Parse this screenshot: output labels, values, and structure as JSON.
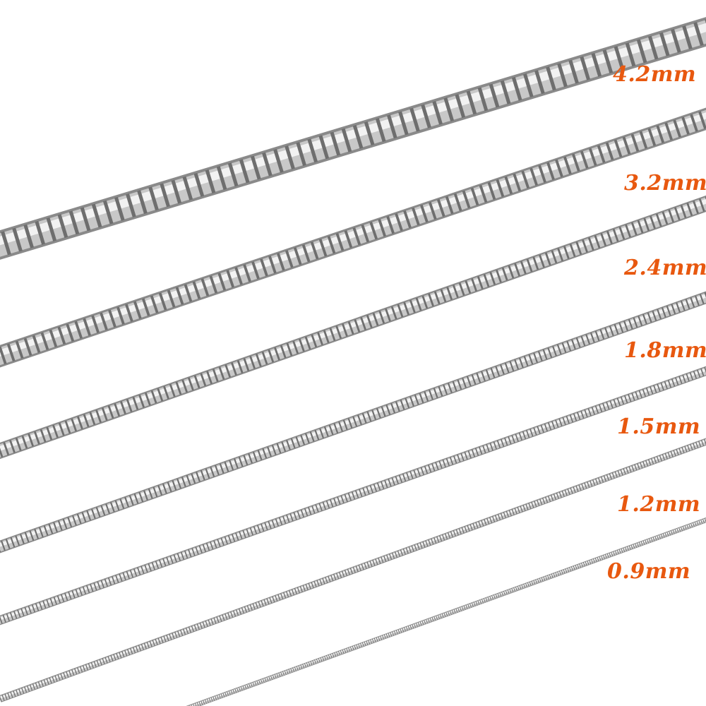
{
  "label_color": "#e8580f",
  "chain_color": "#c8c8c8",
  "chains": [
    {
      "size": "4.2mm"
    },
    {
      "size": "3.2mm"
    },
    {
      "size": "2.4mm"
    },
    {
      "size": "1.8mm"
    },
    {
      "size": "1.5mm"
    },
    {
      "size": "1.2mm"
    },
    {
      "size": "0.9mm"
    }
  ]
}
